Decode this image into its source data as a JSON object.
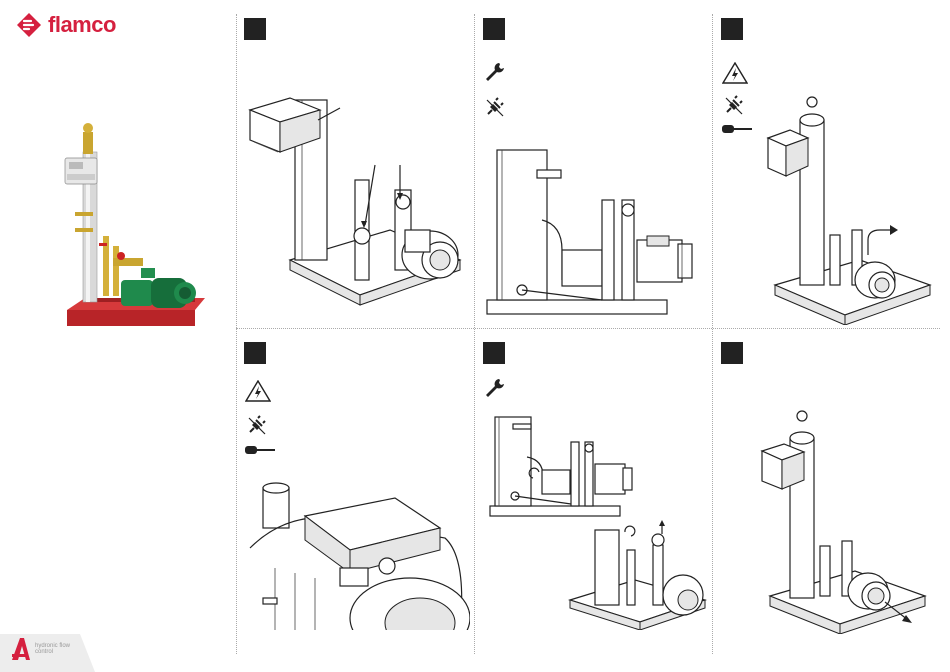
{
  "brand": {
    "name": "flamco",
    "color": "#d5203f"
  },
  "footer": {
    "brand_name": "Aalberts",
    "tagline_line1": "hydronic flow",
    "tagline_line2": "control"
  },
  "steps": [
    {
      "icons": []
    },
    {
      "icons": [
        "wrench-icon",
        "unplug-icon"
      ]
    },
    {
      "icons": [
        "electric-warning-icon",
        "unplug-icon",
        "screwdriver-icon"
      ]
    },
    {
      "icons": [
        "electric-warning-icon",
        "unplug-icon",
        "screwdriver-icon"
      ]
    },
    {
      "icons": [
        "wrench-icon"
      ]
    },
    {
      "icons": []
    }
  ],
  "colors": {
    "frame_red": "#c0282a",
    "pump_green": "#1f8a4c",
    "pipe_gray": "#cfcfcf"
  }
}
